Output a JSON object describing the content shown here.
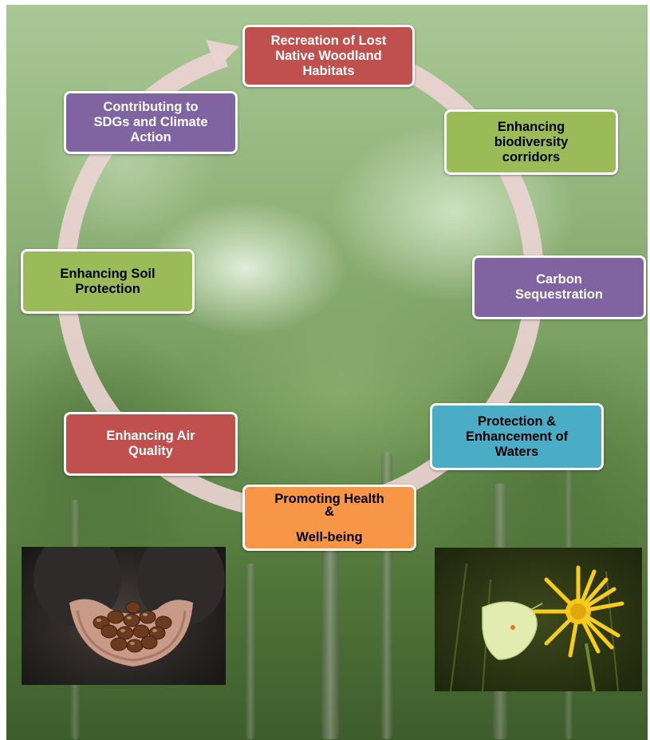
{
  "diagram": {
    "nodes": [
      {
        "id": "recreation",
        "label": "Recreation of Lost\nNative Woodland\nHabitats",
        "color": "#c0504d",
        "text_color": "#ffffff"
      },
      {
        "id": "biodiversity",
        "label": "Enhancing\nbiodiversity\ncorridors",
        "color": "#9bbb59",
        "text_color": "#000000"
      },
      {
        "id": "carbon",
        "label": "Carbon\nSequestration",
        "color": "#8064a2",
        "text_color": "#ffffff"
      },
      {
        "id": "waters",
        "label": "Protection  &\nEnhancement of\nWaters",
        "color": "#4bacc6",
        "text_color": "#000000"
      },
      {
        "id": "health",
        "label": "Promoting Health\n&\n\nWell-being",
        "color": "#f79646",
        "text_color": "#000000"
      },
      {
        "id": "air",
        "label": "Enhancing Air\nQuality",
        "color": "#c0504d",
        "text_color": "#ffffff"
      },
      {
        "id": "soil",
        "label": "Enhancing Soil\nProtection",
        "color": "#9bbb59",
        "text_color": "#000000"
      },
      {
        "id": "sdgs",
        "label": "Contributing to\nSDGs and Climate\nAction",
        "color": "#8064a2",
        "text_color": "#ffffff"
      }
    ],
    "ring_color": "#ebd3d3"
  },
  "photos": [
    {
      "id": "hands-photo",
      "subject": "cupped hands holding chestnuts"
    },
    {
      "id": "butterfly-photo",
      "subject": "pale yellow butterfly on a yellow dandelion flower"
    }
  ]
}
